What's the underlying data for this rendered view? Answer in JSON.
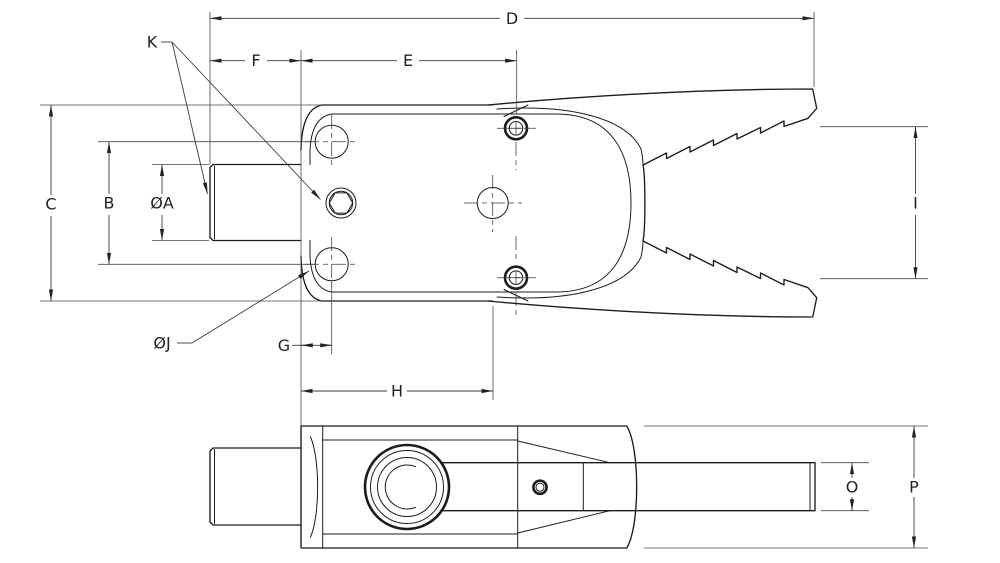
{
  "drawing": {
    "type": "technical-dimension-drawing",
    "views": [
      "top-view-with-serrated-jaws",
      "side-view"
    ],
    "colors": {
      "background": "#ffffff",
      "part_line": "#1c1c1c",
      "dimension_line": "#3a3a3a",
      "text": "#222222"
    },
    "labels": {
      "k": "K",
      "d": "D",
      "f": "F",
      "e": "E",
      "c": "C",
      "b": "B",
      "a_diameter": "ØA",
      "i": "I",
      "j_diameter": "ØJ",
      "g": "G",
      "h": "H",
      "o": "O",
      "p": "P"
    }
  }
}
